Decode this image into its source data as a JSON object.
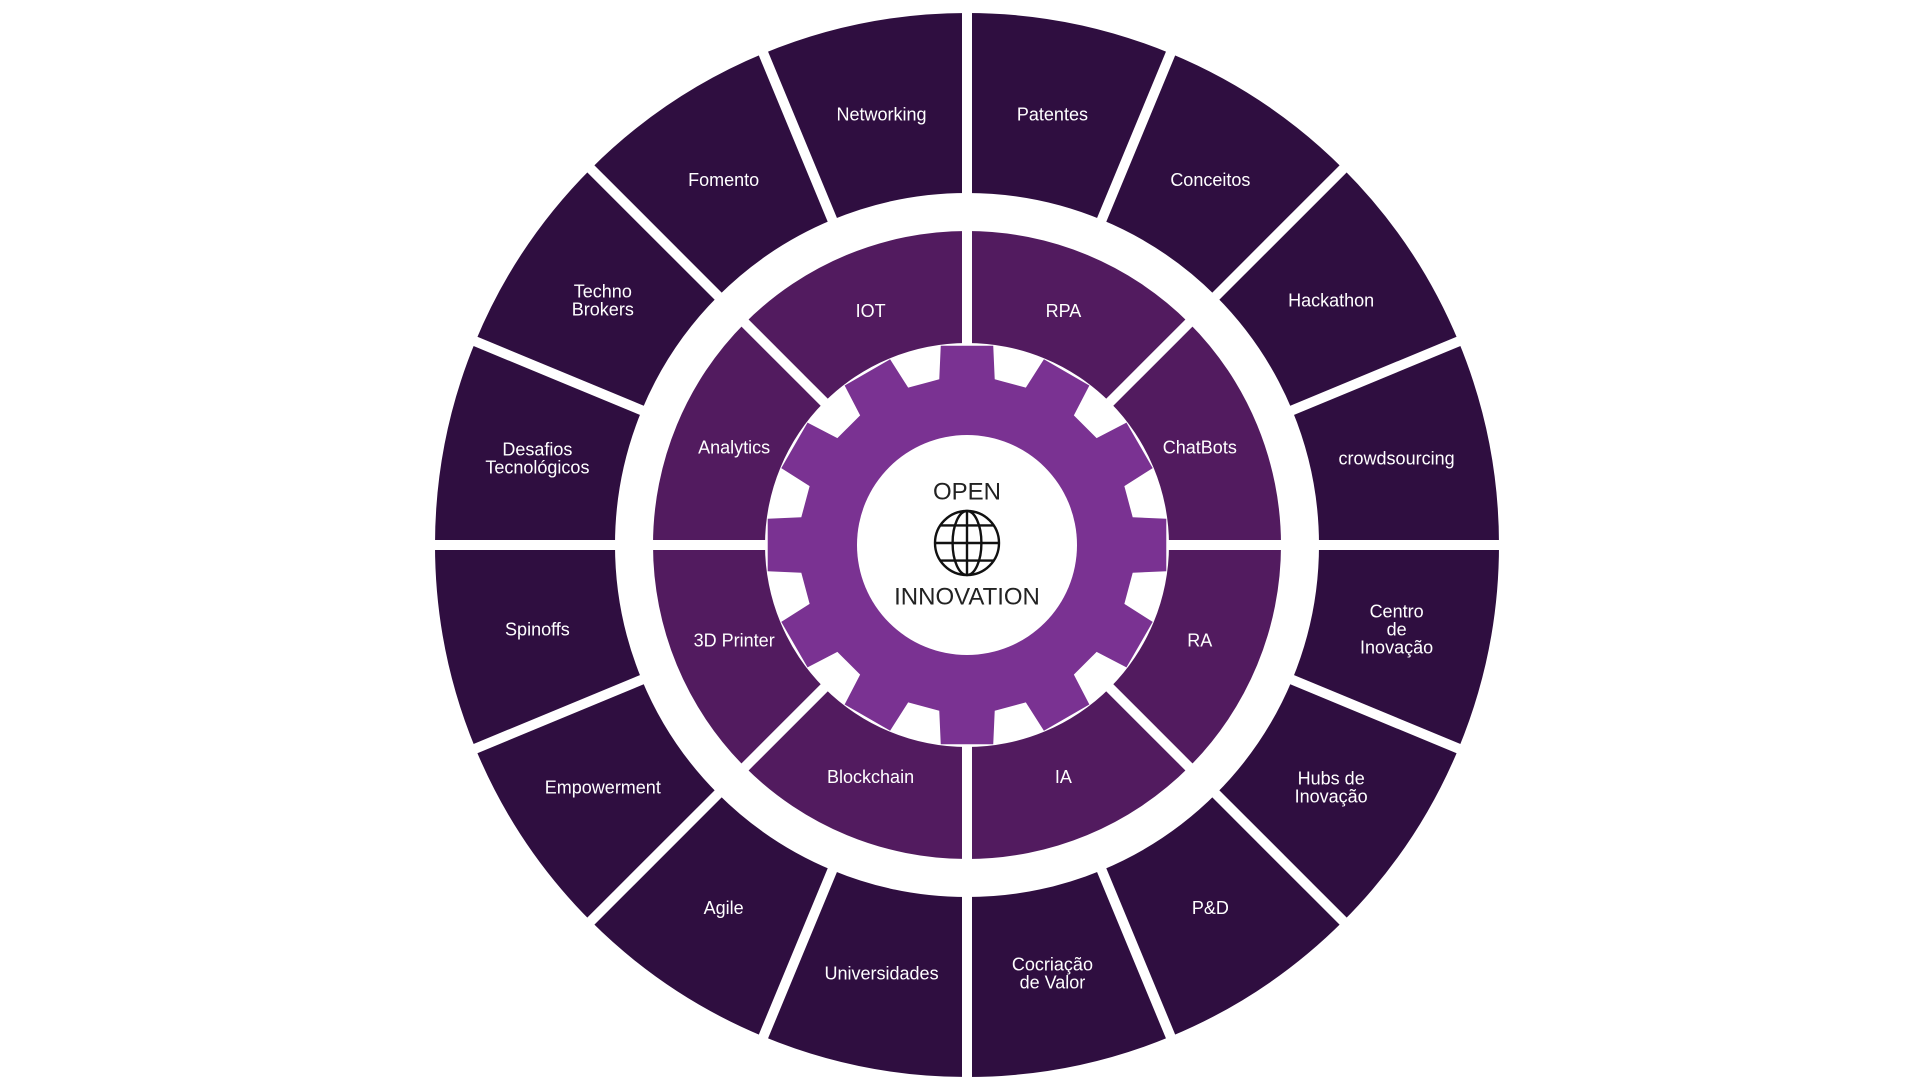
{
  "colors": {
    "outer_ring": "#2f0e40",
    "inner_ring": "#521b5f",
    "gear": "#7a3292",
    "center": "#ffffff",
    "divider": "#ffffff",
    "label": "#ffffff",
    "center_text": "#222222"
  },
  "center": {
    "line1": "OPEN",
    "line2": "INNOVATION",
    "icon": "globe-icon"
  },
  "outer_ring": [
    {
      "label": [
        "Patentes"
      ]
    },
    {
      "label": [
        "Conceitos"
      ]
    },
    {
      "label": [
        "Hackathon"
      ]
    },
    {
      "label": [
        "crowdsourcing"
      ]
    },
    {
      "label": [
        "Centro",
        "de",
        "Inovação"
      ]
    },
    {
      "label": [
        "Hubs de",
        "Inovação"
      ]
    },
    {
      "label": [
        "P&D"
      ]
    },
    {
      "label": [
        "Cocriação",
        "de Valor"
      ]
    },
    {
      "label": [
        "Universidades"
      ]
    },
    {
      "label": [
        "Agile"
      ]
    },
    {
      "label": [
        "Empowerment"
      ]
    },
    {
      "label": [
        "Spinoffs"
      ]
    },
    {
      "label": [
        "Desafios",
        "Tecnológicos"
      ]
    },
    {
      "label": [
        "Techno",
        "Brokers"
      ]
    },
    {
      "label": [
        "Fomento"
      ]
    },
    {
      "label": [
        "Networking"
      ]
    }
  ],
  "inner_ring": [
    {
      "label": [
        "RPA"
      ]
    },
    {
      "label": [
        "ChatBots"
      ]
    },
    {
      "label": [
        "RA"
      ]
    },
    {
      "label": [
        "IA"
      ]
    },
    {
      "label": [
        "Blockchain"
      ]
    },
    {
      "label": [
        "3D Printer"
      ]
    },
    {
      "label": [
        "Analytics"
      ]
    },
    {
      "label": [
        "IOT"
      ]
    }
  ]
}
